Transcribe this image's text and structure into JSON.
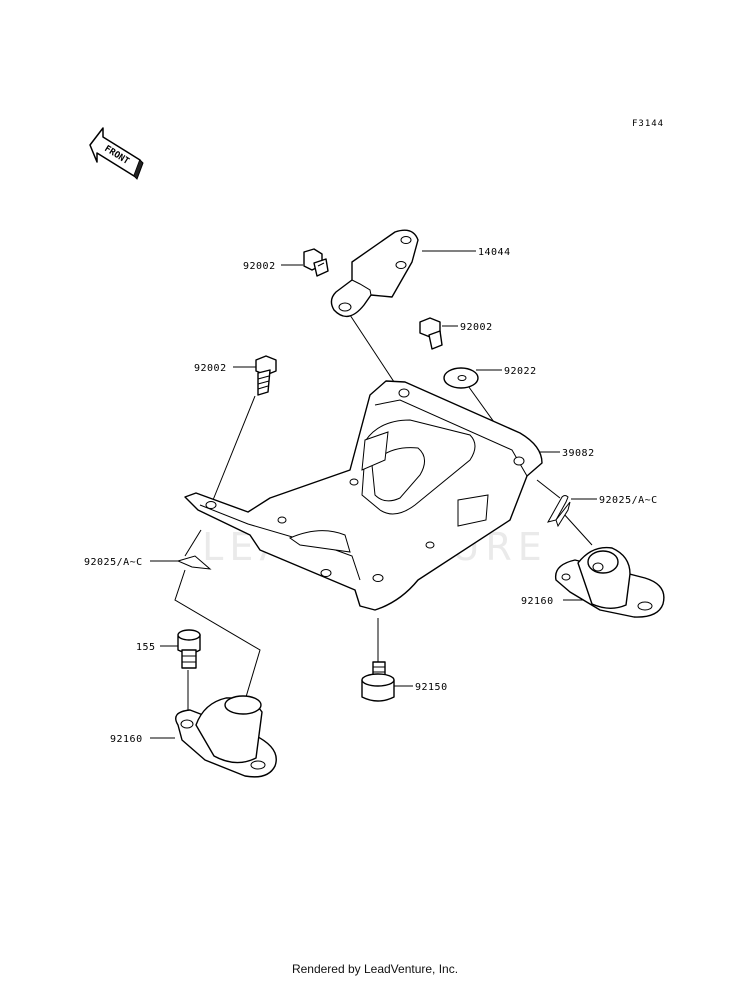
{
  "figure_code": "F3144",
  "front_arrow_label": "FRONT",
  "watermark": "LEADVENTURE",
  "footer": "Rendered by LeadVenture, Inc.",
  "parts": {
    "bracket": "14044",
    "bolt_bracket": "92002",
    "bolt_right": "92002",
    "bolt_left": "92002",
    "washer": "92022",
    "skid_plate": "39082",
    "clip_right": "92025/A~C",
    "clip_left": "92025/A~C",
    "mount_right": "92160",
    "mount_left": "92160",
    "stud": "155",
    "bolt_bottom": "92150"
  }
}
